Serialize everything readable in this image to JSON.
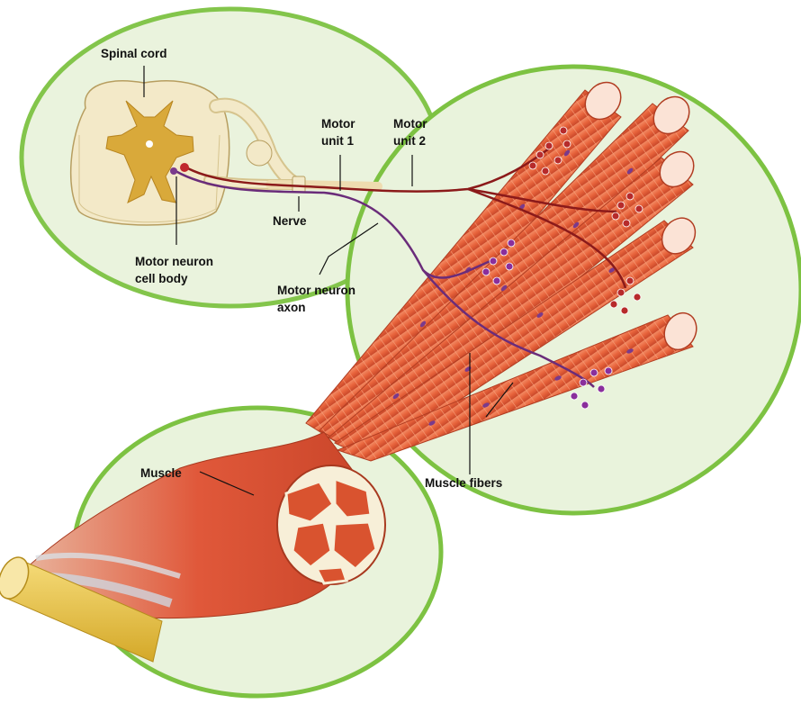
{
  "labels": {
    "spinal_cord": "Spinal cord",
    "motor_unit_1_line1": "Motor",
    "motor_unit_1_line2": "unit 1",
    "motor_unit_2_line1": "Motor",
    "motor_unit_2_line2": "unit 2",
    "nerve": "Nerve",
    "cell_body_line1": "Motor neuron",
    "cell_body_line2": "cell body",
    "axon_line1": "Motor neuron",
    "axon_line2": "axon",
    "muscle": "Muscle",
    "muscle_fibers": "Muscle fibers"
  },
  "colors": {
    "highlight_fill": "#e9f3dc",
    "highlight_stroke": "#7dc242",
    "muscle_fiber": "#e8643c",
    "fiber_stripe": "#f79b74",
    "nucleus": "#7a3a8c",
    "unit_1_neuron": "#8b1a1a",
    "unit_2_neuron": "#6a2c7a",
    "tendon": "#e8c24a",
    "spinal_white_matter": "#f3e9c8",
    "spinal_gray_matter": "#d9a93a"
  }
}
